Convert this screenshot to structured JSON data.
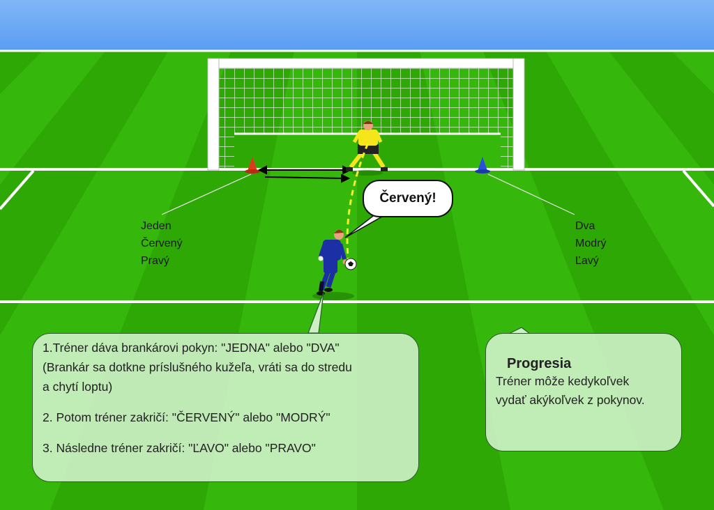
{
  "colors": {
    "sky": "#6aaaf4",
    "grass_light": "#36b70c",
    "grass_dark": "#249a04",
    "line": "#ffffff",
    "goalkeeper_kit": "#f4e61a",
    "coach_kit": "#1d2fa4",
    "cone_red": "#e03a1e",
    "cone_blue": "#2a4fd8",
    "ball_path": "#f5ee2a",
    "panel_fill": "#ccf0c4"
  },
  "icons": {
    "goal": "goal-net-icon",
    "goalkeeper": "goalkeeper-icon",
    "coach": "coach-icon",
    "ball": "soccer-ball-icon",
    "cone_red": "red-cone-icon",
    "cone_blue": "blue-cone-icon"
  },
  "cone_labels": {
    "red": [
      "Jeden",
      "Červený",
      "Pravý"
    ],
    "blue": [
      "Dva",
      "Modrý",
      "Ľavý"
    ]
  },
  "speech_bubble": "Červený!",
  "instructions": {
    "step1": [
      "1.Tréner dáva brankárovi pokyn: \"JEDNA\" alebo \"DVA\"",
      "(Brankár sa dotkne príslušného kužeľa, vráti sa do stredu",
      "a chytí loptu)"
    ],
    "step2": "2. Potom tréner zakričí: \"ČERVENÝ\" alebo \"MODRÝ\"",
    "step3": "3. Následne tréner zakričí: \"ĽAVO\" alebo \"PRAVO\""
  },
  "progression": {
    "title": "Progresia",
    "body": [
      "Tréner môže kedykoľvek",
      "vydať akýkoľvek z pokynov."
    ]
  }
}
